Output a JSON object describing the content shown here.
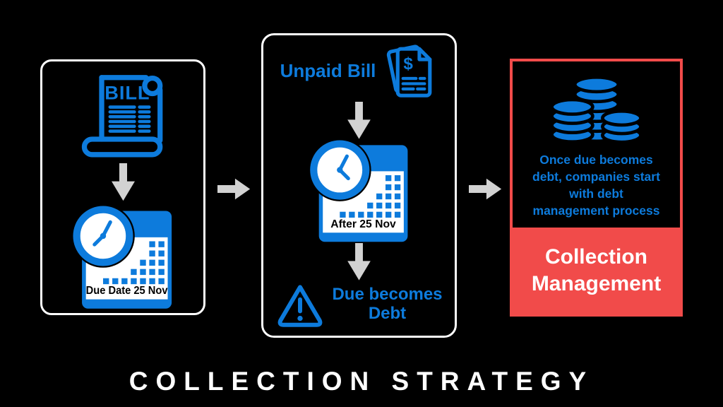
{
  "title": "COLLECTION STRATEGY",
  "colors": {
    "background": "#000000",
    "accent_blue": "#0d7bdc",
    "accent_red": "#f14b4a",
    "arrow_gray": "#d2d2d2",
    "panel_border": "#ffffff"
  },
  "icons": {
    "bill": "bill-scroll-icon",
    "calendar": "calendar-clock-icon",
    "dollar_documents": "dollar-bills-icon",
    "warning": "warning-triangle-icon",
    "coins": "coin-stacks-icon",
    "down_arrow": "down-arrow-icon",
    "right_arrow": "right-arrow-icon"
  },
  "left_panel": {
    "bill_icon_text": "BILL",
    "calendar_label": "Due Date 25 Nov"
  },
  "middle_panel": {
    "heading": "Unpaid Bill",
    "dollar_sign": "$",
    "calendar_label": "After 25 Nov",
    "warning_lines": [
      "Due becomes",
      "Debt"
    ]
  },
  "right_panel": {
    "description_lines": [
      "Once due becomes",
      "debt, companies start",
      "with debt",
      "management process"
    ],
    "label_lines": [
      "Collection",
      "Management"
    ]
  }
}
